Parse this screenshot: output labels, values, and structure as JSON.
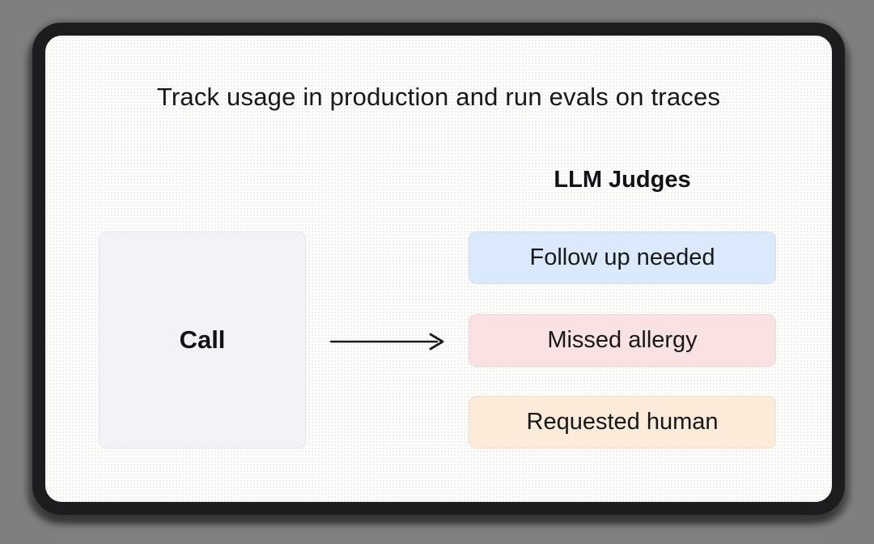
{
  "window": {
    "background_color": "#7f7f7f",
    "frame_color": "#1d1d1f",
    "card_color": "#fcfcfb"
  },
  "title": "Track usage in production and run evals on traces",
  "flow": {
    "call_node": {
      "label": "Call",
      "background": "#f1f3f7"
    },
    "arrow": {
      "icon": "right-arrow-icon",
      "color": "#1a1a1a"
    },
    "judges": {
      "heading": "LLM Judges",
      "items": [
        {
          "label": "Follow up needed",
          "background": "#dbe9fc"
        },
        {
          "label": "Missed allergy",
          "background": "#fae2e3"
        },
        {
          "label": "Requested human",
          "background": "#fcebd9"
        }
      ]
    }
  }
}
